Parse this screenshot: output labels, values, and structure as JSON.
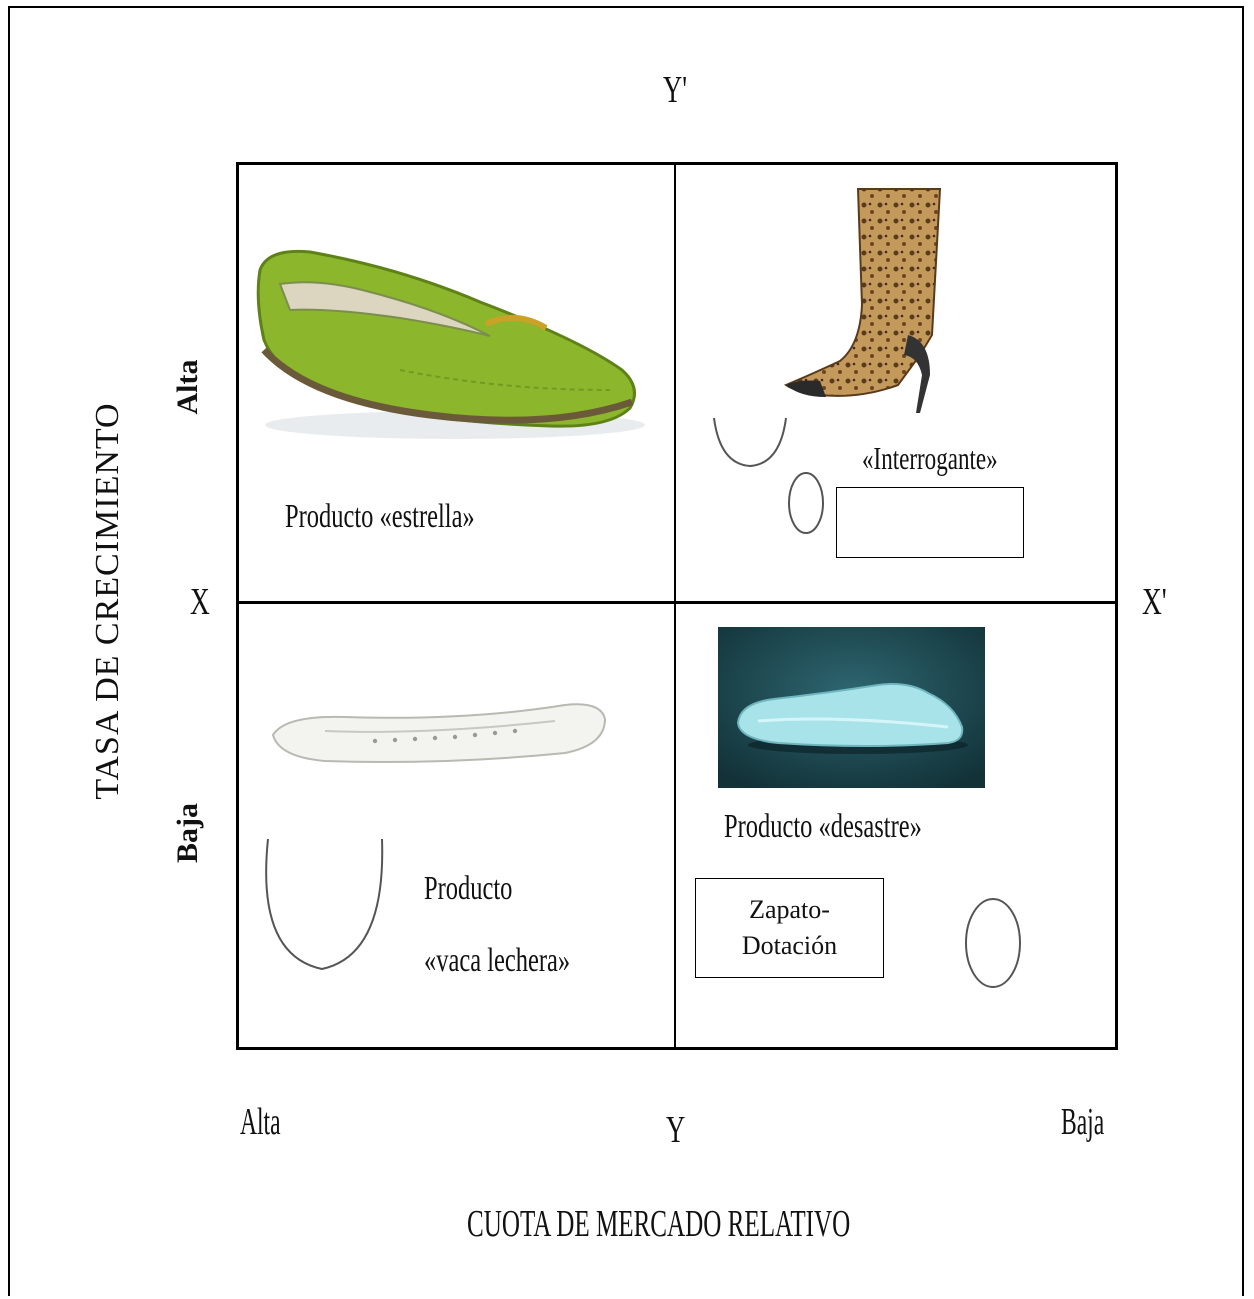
{
  "labels": {
    "y_top": "Y'",
    "y_bottom": "Y",
    "x_left": "X",
    "x_right": "X'",
    "growth_axis": "TASA DE CRECIMIENTO",
    "growth_high": "Alta",
    "growth_low": "Baja",
    "share_axis": "CUOTA DE MERCADO RELATIVO",
    "share_high": "Alta",
    "share_low": "Baja"
  },
  "quadrants": {
    "star": {
      "label": "Producto «estrella»",
      "image": "green-loafer-shoe"
    },
    "question": {
      "label": "«Interrogante»",
      "image": "leopard-print-boot"
    },
    "cash_cow": {
      "label_line1": "Producto",
      "label_line2": "«vaca lechera»",
      "image": "white-ballet-flat"
    },
    "dog": {
      "label": "Producto «desastre»",
      "image": "white-clog-shoe",
      "box_line1": "Zapato-",
      "box_line2": "Dotación"
    }
  },
  "colors": {
    "line": "#000000",
    "green_shoe": "#8cb62c",
    "clog_bg": "#1d4a52",
    "clog": "#a9e3ea"
  }
}
